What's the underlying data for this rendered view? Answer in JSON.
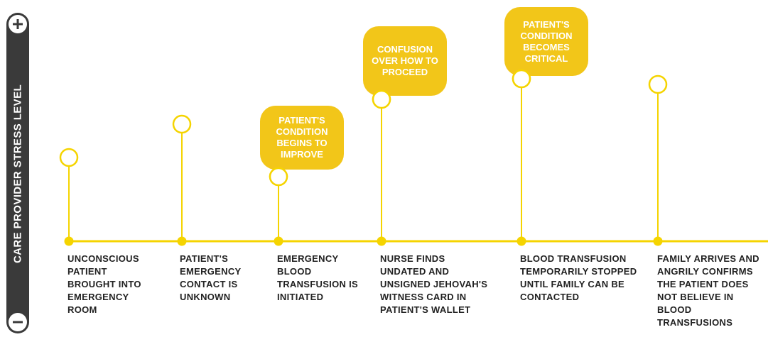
{
  "axis": {
    "label": "CARE PROVIDER STRESS LEVEL",
    "top_icon": "plus-icon",
    "bottom_icon": "minus-icon"
  },
  "colors": {
    "accent": "#f5d400",
    "bubble": "#f2c619",
    "axis_bar": "#3a3a3a",
    "text": "#222222"
  },
  "events": [
    {
      "label": "UNCONSCIOUS PATIENT BROUGHT INTO EMERGENCY ROOM",
      "stress_rank": 2
    },
    {
      "label": "PATIENT'S EMERGENCY CONTACT IS UNKNOWN",
      "stress_rank": 3
    },
    {
      "label": "EMERGENCY BLOOD TRANSFUSION IS INITIATED",
      "stress_rank": 1,
      "callout": "PATIENT'S CONDITION BEGINS TO IMPROVE"
    },
    {
      "label": "NURSE FINDS UNDATED AND UNSIGNED JEHOVAH'S WITNESS CARD IN PATIENT'S WALLET",
      "stress_rank": 5,
      "callout": "CONFUSION OVER HOW TO PROCEED"
    },
    {
      "label": "BLOOD TRANSFUSION TEMPORARILY STOPPED UNTIL FAMILY CAN BE CONTACTED",
      "stress_rank": 6,
      "callout": "PATIENT'S CONDITION BECOMES CRITICAL"
    },
    {
      "label": "FAMILY ARRIVES AND ANGRILY CONFIRMS THE PATIENT DOES NOT BELIEVE IN BLOOD TRANSFUSIONS",
      "stress_rank": 4
    }
  ]
}
